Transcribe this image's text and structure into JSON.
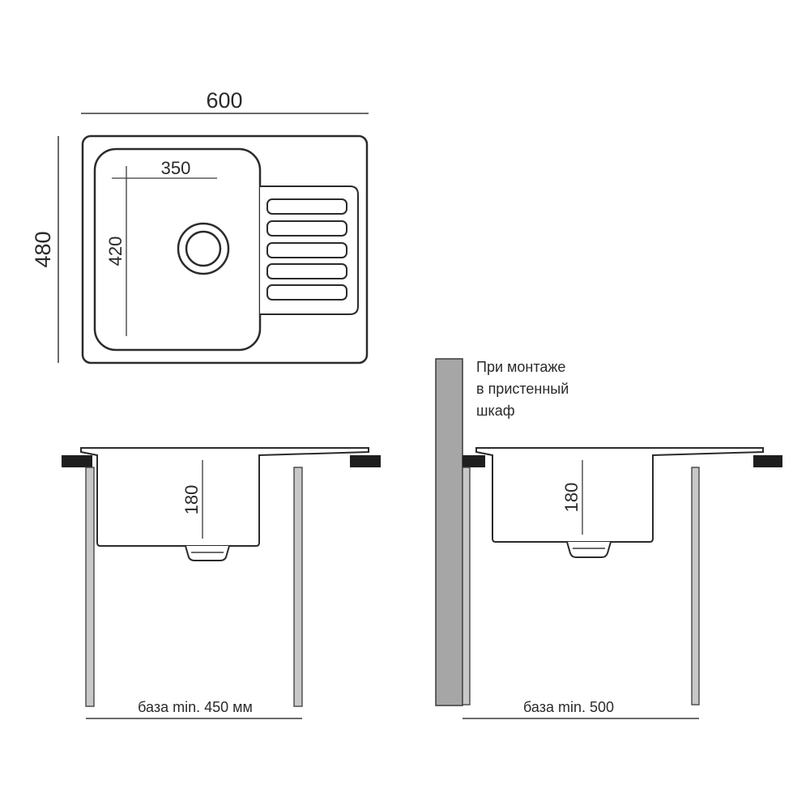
{
  "top_view": {
    "width_dim": "600",
    "height_dim": "480",
    "bowl_width_dim": "350",
    "bowl_length_dim": "420"
  },
  "side_views": [
    {
      "depth_dim": "180",
      "base_label": "база min. 450 мм"
    },
    {
      "depth_dim": "180",
      "base_label": "база min. 500",
      "note_lines": [
        "При монтаже",
        "в пристенный",
        "шкаф"
      ]
    }
  ]
}
